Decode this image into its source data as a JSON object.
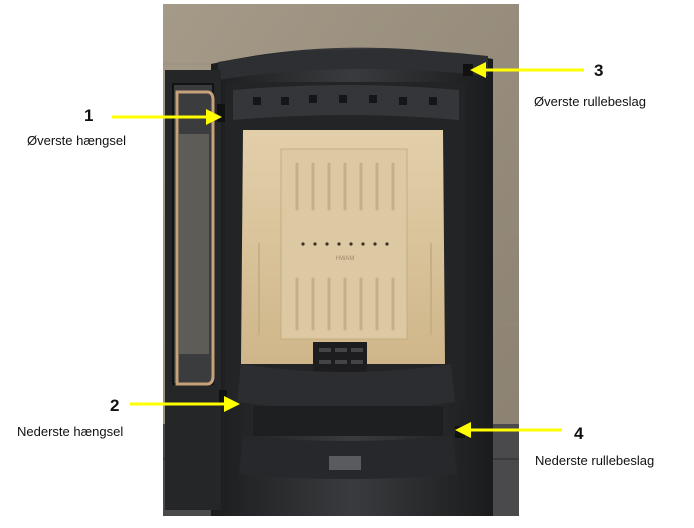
{
  "callouts": [
    {
      "number": "1",
      "label": "Øverste hængsel"
    },
    {
      "number": "2",
      "label": "Nederste hængsel"
    },
    {
      "number": "3",
      "label": "Øverste rullebeslag"
    },
    {
      "number": "4",
      "label": "Nederste rullebeslag"
    }
  ],
  "stove_brand_mark": "HWAM",
  "colors": {
    "arrow": "#ffff00",
    "stove_body": "#2a2b2d",
    "firebrick": "#d9c39b"
  }
}
